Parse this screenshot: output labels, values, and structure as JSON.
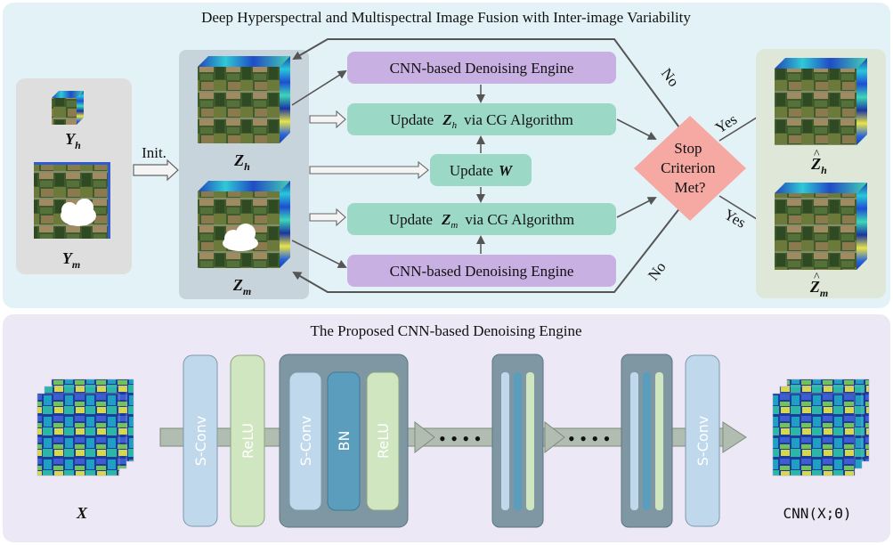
{
  "top_panel": {
    "title": "Deep Hyperspectral and Multispectral Image Fusion with Inter-image Variability",
    "init_label": "Init.",
    "inputs": {
      "yh": "Y",
      "yh_sub": "h",
      "ym": "Y",
      "ym_sub": "m"
    },
    "variables": {
      "zh": "Z",
      "zh_sub": "h",
      "zm": "Z",
      "zm_sub": "m"
    },
    "outputs": {
      "zh_hat": "Z",
      "zh_hat_sub": "h",
      "zm_hat": "Z",
      "zm_hat_sub": "m"
    },
    "blocks": {
      "denoise_top": "CNN-based Denoising Engine",
      "update_zh_pre": "Update",
      "update_zh_var": "Z",
      "update_zh_sub": "h",
      "update_zh_post": "via CG Algorithm",
      "update_w_pre": "Update",
      "update_w_var": "W",
      "update_zm_pre": "Update",
      "update_zm_var": "Z",
      "update_zm_sub": "m",
      "update_zm_post": "via CG Algorithm",
      "denoise_bottom": "CNN-based Denoising Engine"
    },
    "decision": {
      "line1": "Stop",
      "line2": "Criterion",
      "line3": "Met?"
    },
    "edge_labels": {
      "no_top": "No",
      "no_bottom": "No",
      "yes_top": "Yes",
      "yes_bottom": "Yes"
    }
  },
  "bottom_panel": {
    "title": "The Proposed CNN-based Denoising Engine",
    "input_label": "X",
    "output_label": "CNN(X;Θ)",
    "layers": {
      "sconv": "S-Conv",
      "relu": "ReLU",
      "bn": "BN"
    },
    "ellipsis": "• • • •"
  },
  "colors": {
    "top_panel_bg": "#e3f2f6",
    "bottom_panel_bg": "#ece8f5",
    "input_box_bg": "#dedede",
    "variable_box_bg": "#c8d4dc",
    "output_box_bg": "#dfe8d8",
    "denoise_block": "#c9b0e3",
    "update_block": "#9bd8c5",
    "decision": "#f6a9a3",
    "sconv": "#c0d8ec",
    "relu": "#cfe6c1",
    "bn": "#5b9dbd",
    "group_box": "#7f97a3"
  }
}
